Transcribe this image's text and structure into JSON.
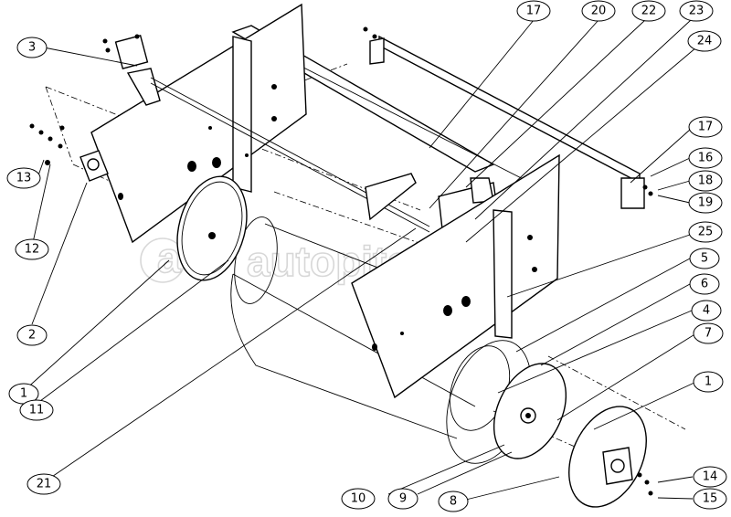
{
  "watermark": "autopiter.ru",
  "callouts": [
    "1",
    "1",
    "2",
    "3",
    "4",
    "5",
    "6",
    "7",
    "8",
    "9",
    "10",
    "11",
    "12",
    "13",
    "14",
    "15",
    "16",
    "17",
    "17",
    "18",
    "19",
    "20",
    "21",
    "22",
    "23",
    "24",
    "25"
  ]
}
